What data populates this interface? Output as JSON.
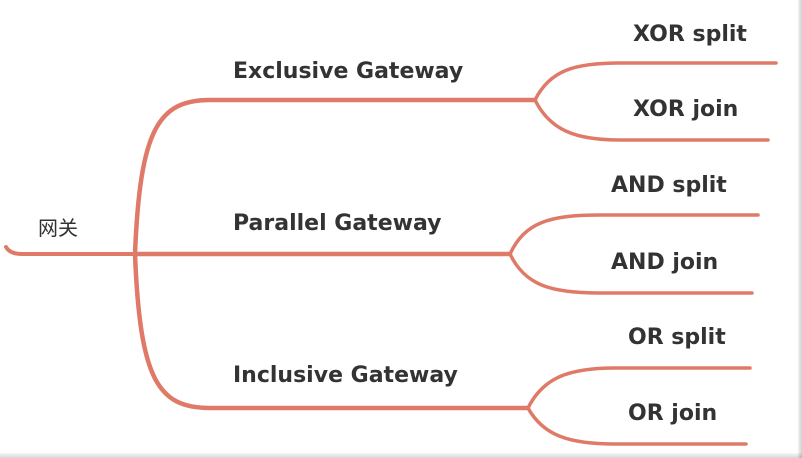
{
  "colors": {
    "branch": "#e07a68",
    "text": "#333333",
    "background": "#ffffff"
  },
  "mindmap": {
    "root": {
      "label": "网关"
    },
    "branches": [
      {
        "label": "Exclusive Gateway",
        "children": [
          {
            "label": "XOR split"
          },
          {
            "label": "XOR join"
          }
        ]
      },
      {
        "label": "Parallel Gateway",
        "children": [
          {
            "label": "AND split"
          },
          {
            "label": "AND join"
          }
        ]
      },
      {
        "label": "Inclusive Gateway",
        "children": [
          {
            "label": "OR split"
          },
          {
            "label": "OR join"
          }
        ]
      }
    ]
  }
}
